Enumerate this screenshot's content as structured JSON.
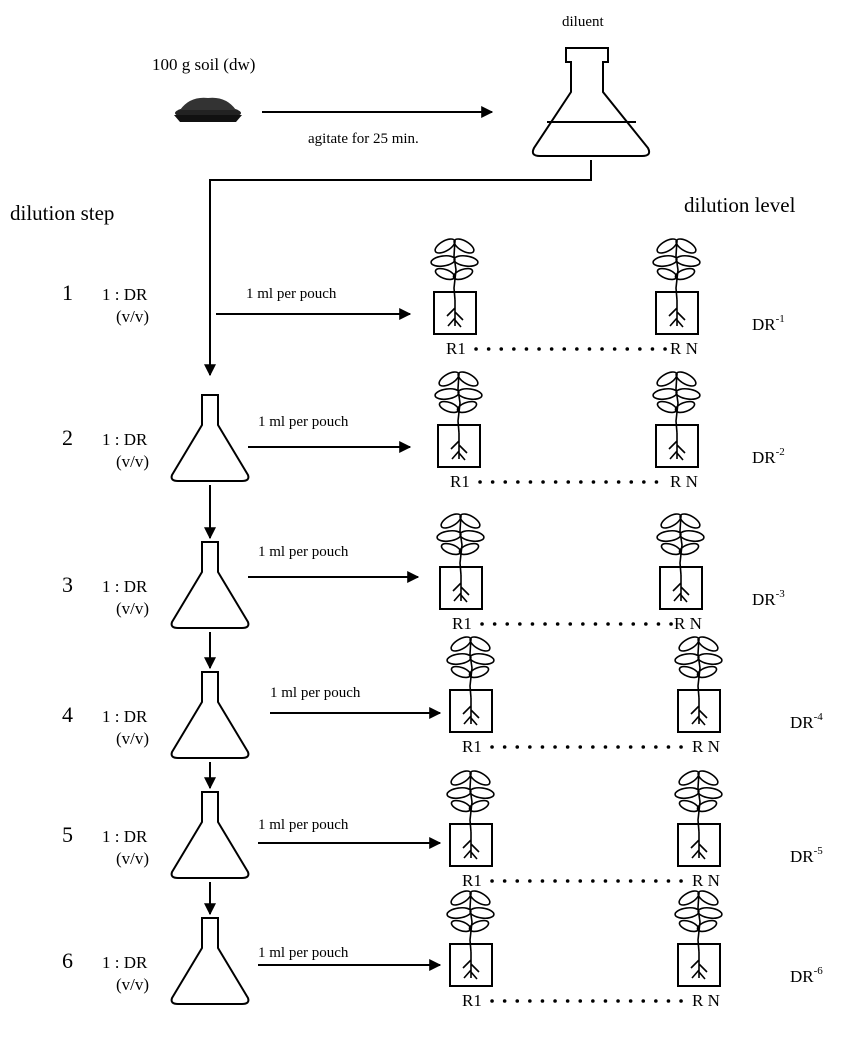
{
  "header": {
    "soil_label": "100 g soil (dw)",
    "agitate_label": "agitate for 25 min.",
    "diluent_label": "diluent",
    "dilution_step_heading": "dilution step",
    "dilution_level_heading": "dilution level"
  },
  "steps": [
    {
      "number": "1",
      "ratio": "1 : DR",
      "vv": "(v/v)",
      "transfer": "1 ml per pouch",
      "rep_first": "R1",
      "rep_last": "R N",
      "level_base": "DR",
      "level_exp": "-1"
    },
    {
      "number": "2",
      "ratio": "1 : DR",
      "vv": "(v/v)",
      "transfer": "1 ml per pouch",
      "rep_first": "R1",
      "rep_last": "R N",
      "level_base": "DR",
      "level_exp": "-2"
    },
    {
      "number": "3",
      "ratio": "1 : DR",
      "vv": "(v/v)",
      "transfer": "1 ml per pouch",
      "rep_first": "R1",
      "rep_last": "R N",
      "level_base": "DR",
      "level_exp": "-3"
    },
    {
      "number": "4",
      "ratio": "1 : DR",
      "vv": "(v/v)",
      "transfer": "1 ml per pouch",
      "rep_first": "R1",
      "rep_last": "R N",
      "level_base": "DR",
      "level_exp": "-4"
    },
    {
      "number": "5",
      "ratio": "1 : DR",
      "vv": "(v/v)",
      "transfer": "1 ml per pouch",
      "rep_first": "R1",
      "rep_last": "R N",
      "level_base": "DR",
      "level_exp": "-5"
    },
    {
      "number": "6",
      "ratio": "1 : DR",
      "vv": "(v/v)",
      "transfer": "1 ml per pouch",
      "rep_first": "R1",
      "rep_last": "R N",
      "level_base": "DR",
      "level_exp": "-6"
    }
  ]
}
